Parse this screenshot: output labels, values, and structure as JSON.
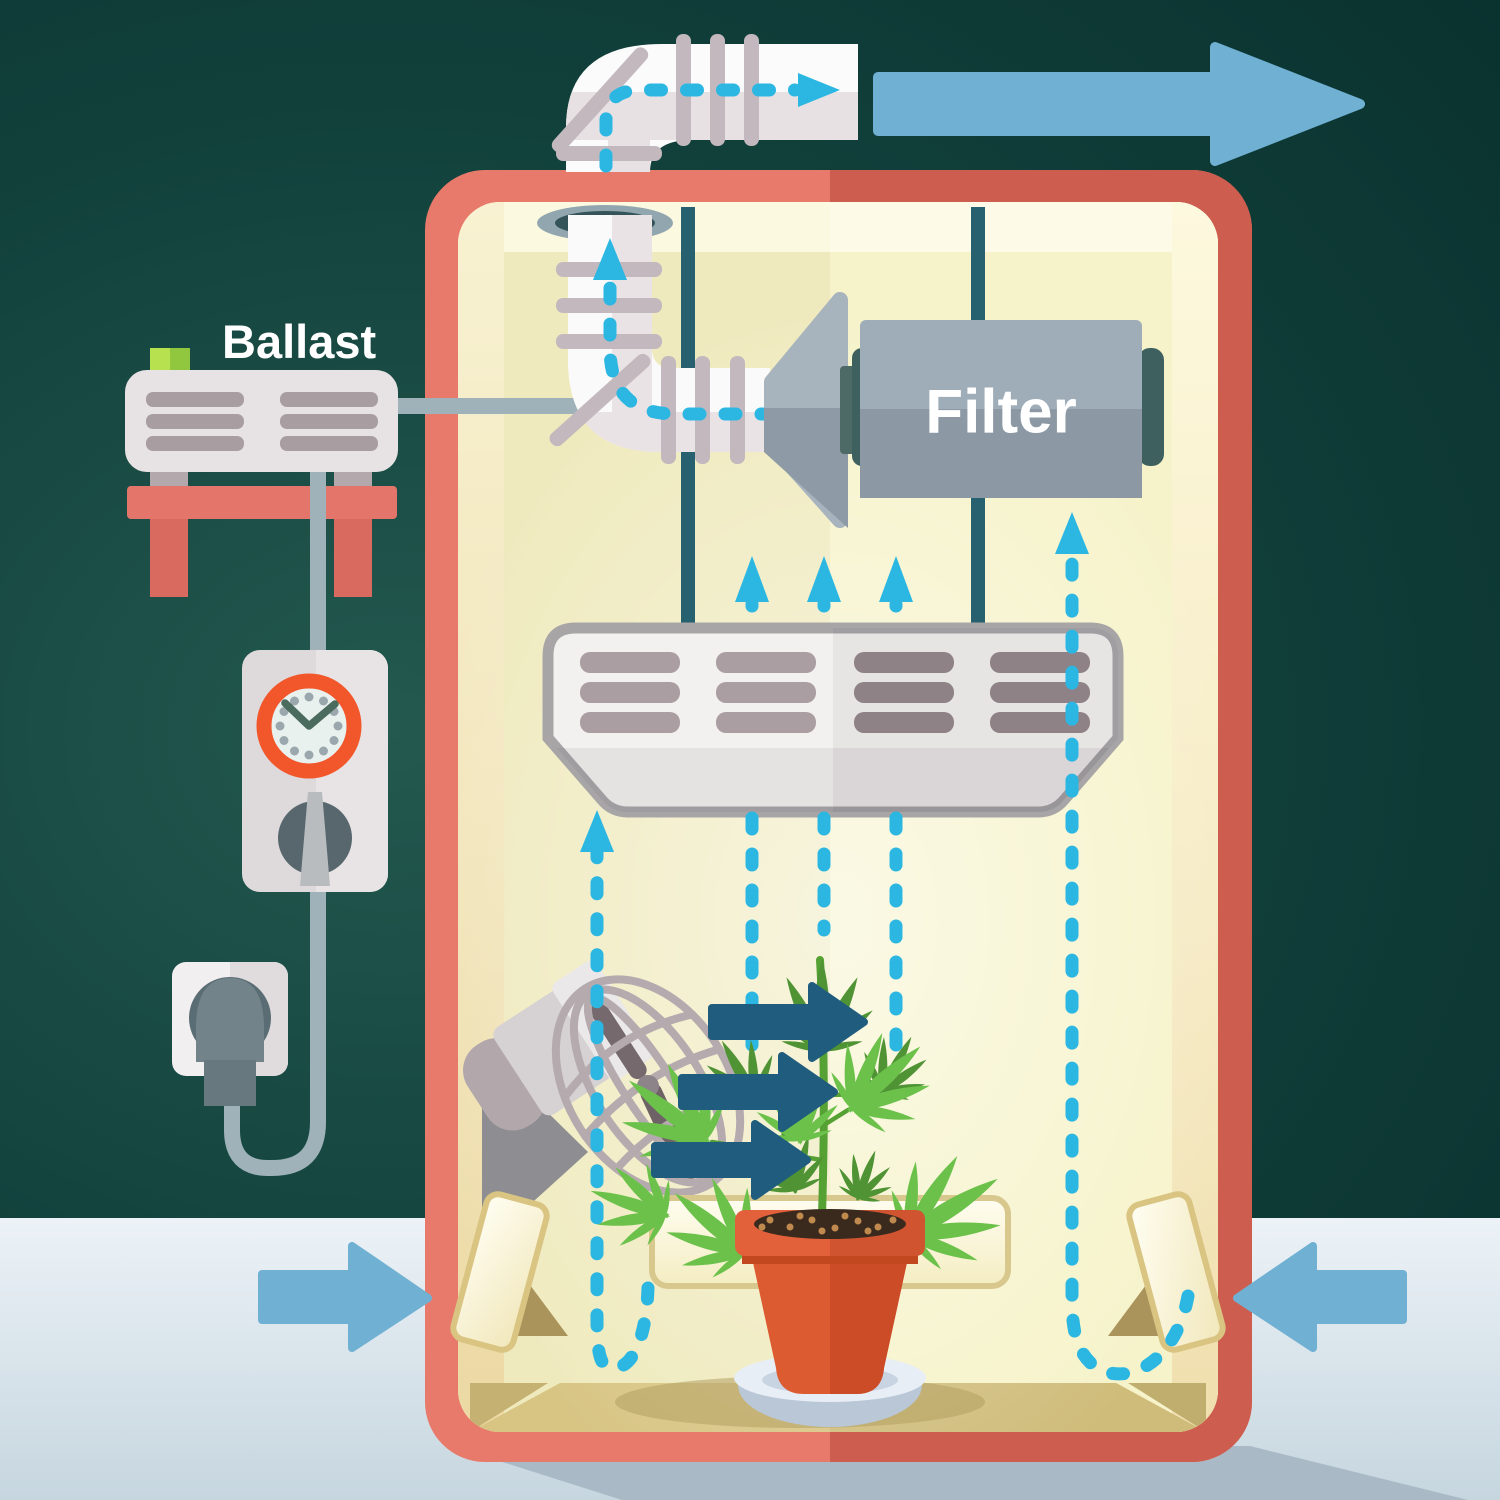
{
  "diagram": {
    "title_implicit": "Grow tent ventilation diagram",
    "labels": {
      "ballast": "Ballast",
      "filter": "Filter"
    },
    "components": [
      "grow-tent",
      "exhaust-duct",
      "exhaust-airflow-arrow",
      "carbon-filter",
      "intake-cone",
      "hanging-straps",
      "grow-lamp-hood",
      "ballast-unit",
      "ballast-bench",
      "timer-clock",
      "timer-knob",
      "power-outlet",
      "power-plug",
      "power-cable",
      "circulation-fan",
      "cannabis-plant",
      "terracotta-pot",
      "pot-saucer",
      "reflective-panel",
      "intake-vent-flap-left",
      "intake-vent-flap-right",
      "intake-arrow-left",
      "intake-arrow-right",
      "airflow-dashed-lines"
    ],
    "colors": {
      "background": "#0e3a36",
      "floor": "#dfe9f0",
      "tent_frame": "#e87a6b",
      "tent_frame_dark": "#cd5d4e",
      "tent_interior": "#efeabd",
      "tent_floor": "#d8c584",
      "airflow_cyan": "#2cb7e3",
      "arrow_light_blue": "#6fb0d3",
      "arrow_navy": "#1f5c7e",
      "duct_white": "#fbfafa",
      "metal_gray": "#9dabb6",
      "filter_cap_teal": "#3e615f",
      "strap_teal": "#27616f",
      "lamp_gray": "#f3f1f0",
      "leaf_green": "#6cc14b",
      "leaf_dark_green": "#4f9334",
      "pot_orange": "#dd5b30",
      "cable_gray": "#9fb2b9",
      "timer_orange": "#f2572c",
      "indicator_green": "#9fd83f"
    }
  }
}
